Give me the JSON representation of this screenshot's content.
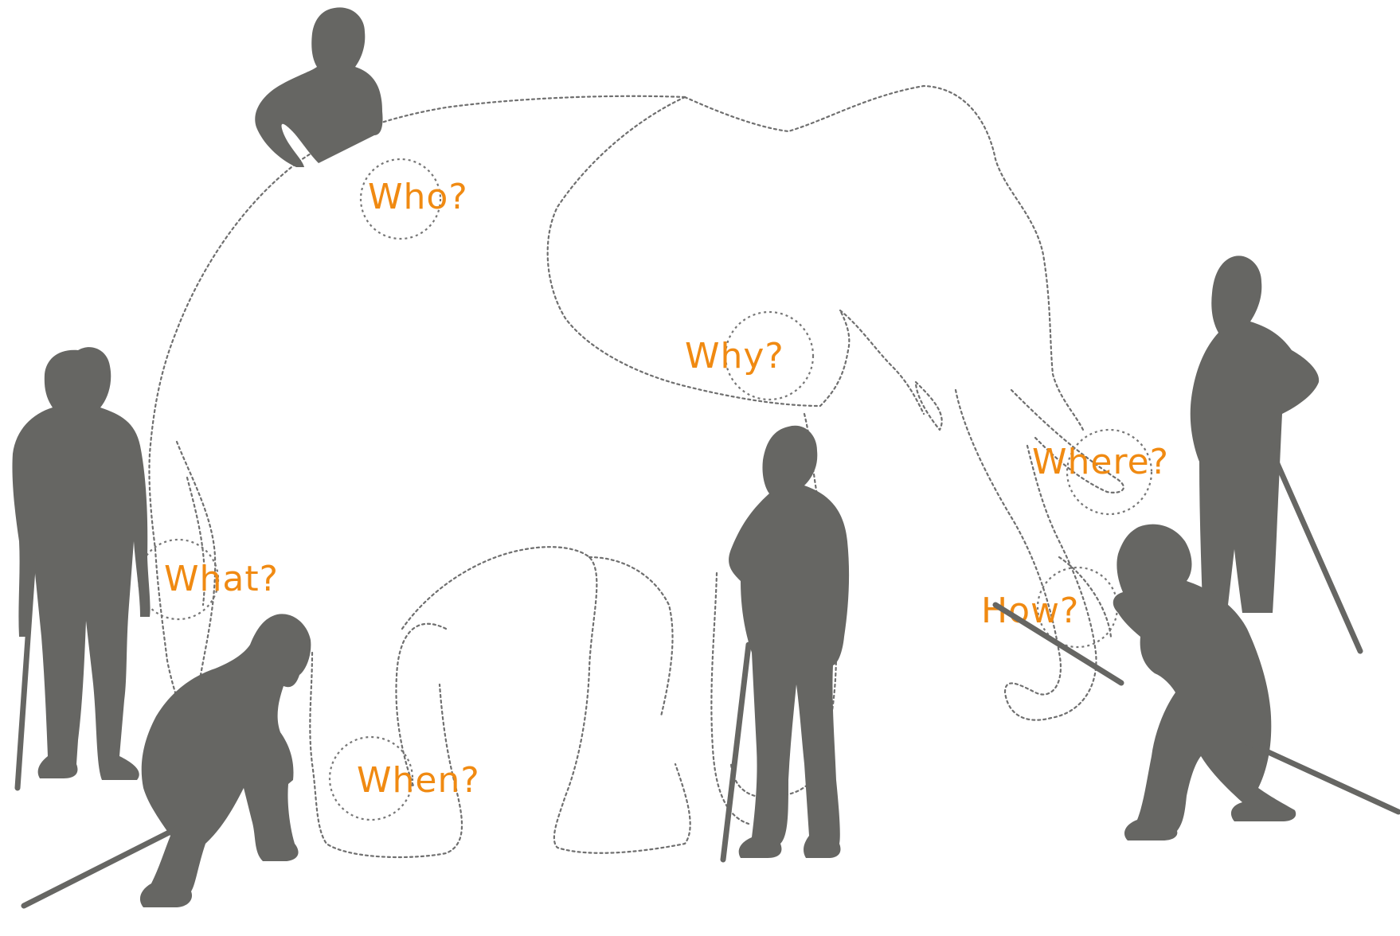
{
  "labels": {
    "who": "Who?",
    "why": "Why?",
    "where": "Where?",
    "what": "What?",
    "how": "How?",
    "when": "When?"
  },
  "colors": {
    "label": "#f08a12",
    "silhouette": "#666663",
    "outline": "#6f6f6f",
    "background": "#ffffff"
  }
}
